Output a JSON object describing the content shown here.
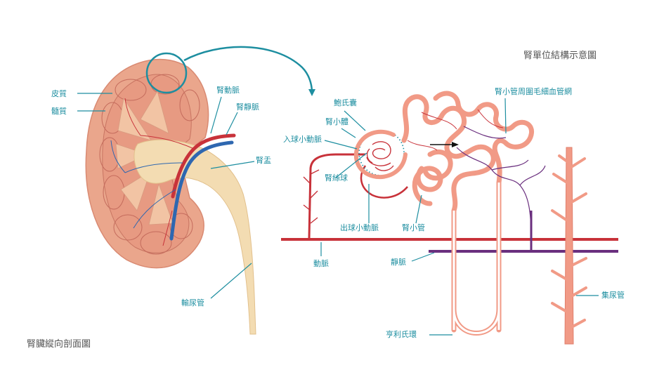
{
  "titles": {
    "nephron": "腎單位結構示意圖",
    "kidney": "腎臟縱向剖面圖"
  },
  "labels": {
    "cortex": "皮質",
    "medulla": "髓質",
    "renal_artery": "腎動脈",
    "renal_vein": "腎靜脈",
    "renal_pelvis": "腎盂",
    "ureter": "輸尿管",
    "bowmans_capsule": "鮑氏囊",
    "renal_corpuscle": "腎小體",
    "afferent_arteriole": "入球小動脈",
    "glomerulus": "腎絲球",
    "efferent_arteriole": "出球小動脈",
    "renal_tubule": "腎小管",
    "peritubular_capillaries": "腎小管周圍毛細血管網",
    "artery": "動脈",
    "vein": "靜脈",
    "loop_of_henle": "亨利氏環",
    "collecting_duct": "集尿管"
  },
  "colors": {
    "label": "#1d8ea0",
    "artery": "#c8323a",
    "vein": "#2e67b0",
    "venule": "#6a2f7e",
    "tubule": "#f19a86",
    "cortex": "#eaa68c",
    "pelvis": "#f3dcb2"
  }
}
